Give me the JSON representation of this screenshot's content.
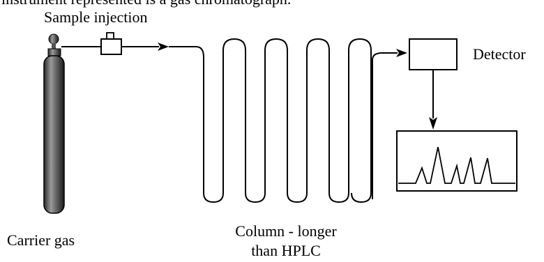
{
  "header_text": "instrument represented is a gas chromatograph.",
  "labels": {
    "sample_injection": "Sample injection",
    "detector": "Detector",
    "carrier_gas": "Carrier gas",
    "column_line1": "Column - longer",
    "column_line2": "than HPLC"
  }
}
